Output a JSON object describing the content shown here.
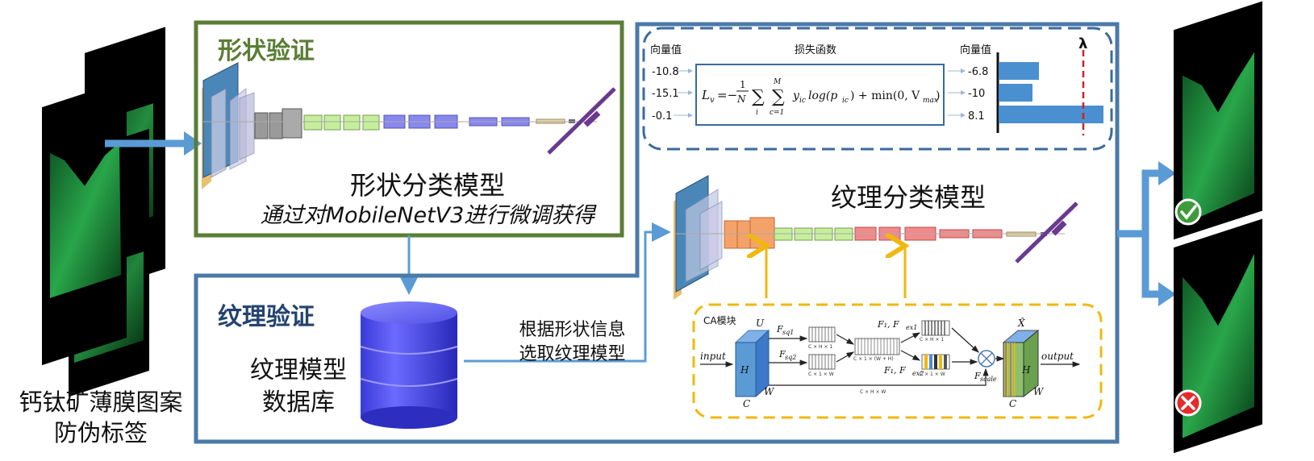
{
  "left": {
    "label_line1": "钙钛矿薄膜图案",
    "label_line2": "防伪标签"
  },
  "shape_verification": {
    "title": "形状验证",
    "model_name": "形状分类模型",
    "model_note": "通过对MobileNetV3进行微调获得"
  },
  "texture_verification": {
    "title": "纹理验证",
    "db_line1": "纹理模型",
    "db_line2": "数据库",
    "select_line1": "根据形状信息",
    "select_line2": "选取纹理模型",
    "model_name": "纹理分类模型"
  },
  "loss_panel": {
    "input_header": "向量值",
    "function_header": "损失函数",
    "output_header": "向量值",
    "lambda": "λ",
    "inputs": [
      "-10.8",
      "-15.1",
      "-0.1"
    ],
    "outputs": [
      "-6.8",
      "-10",
      "8.1"
    ],
    "formula": {
      "lhs": "L",
      "lhs_sub": "v",
      "eq": "=−",
      "frac_num": "1",
      "frac_den": "N",
      "sum1_sub": "i",
      "sum2_sup": "M",
      "sum2_sub": "c=1",
      "term": "y",
      "term_sub": "ic",
      "log_part": "log(p",
      "log_sub": "ic",
      "rest": ") + min(0, V",
      "max_sub": "max",
      "close": ")"
    }
  },
  "ca_module": {
    "title": "CA模块",
    "input": "input",
    "output": "output",
    "U": "U",
    "H": "H",
    "W": "W",
    "C": "C",
    "xhat": "X̂",
    "f_sq1": "F",
    "f_sq1_sub": "sq1",
    "f_sq2": "F",
    "f_sq2_sub": "sq2",
    "f1_fex1": "F₁, F",
    "f1_fex1_sub": "ex1",
    "f1_fex2": "F₁, F",
    "f1_fex2_sub": "ex2",
    "f_scale": "F",
    "f_scale_sub": "scale",
    "dim_chx1_a": "C × H × 1",
    "dim_cx1xw": "C × 1 × W",
    "dim_concat": "C × 1 × (W + H)",
    "dim_chx1_b": "C × H × 1",
    "dim_cx1xw_b": "C × 1 × W",
    "dim_chw": "C × H × W"
  },
  "colors": {
    "shape_green": "#5a7e35",
    "texture_blue": "#4a7aa8",
    "arrow_blue": "#5b9bd5",
    "bar_blue": "#4a8fd0",
    "ca_yellow": "#f0b80f",
    "lambda_red": "#d0202a",
    "check_green": "#3e9a3a",
    "cross_red": "#e32b2b"
  },
  "icons": {
    "pass": "check-circle-icon",
    "fail": "cross-circle-icon"
  }
}
